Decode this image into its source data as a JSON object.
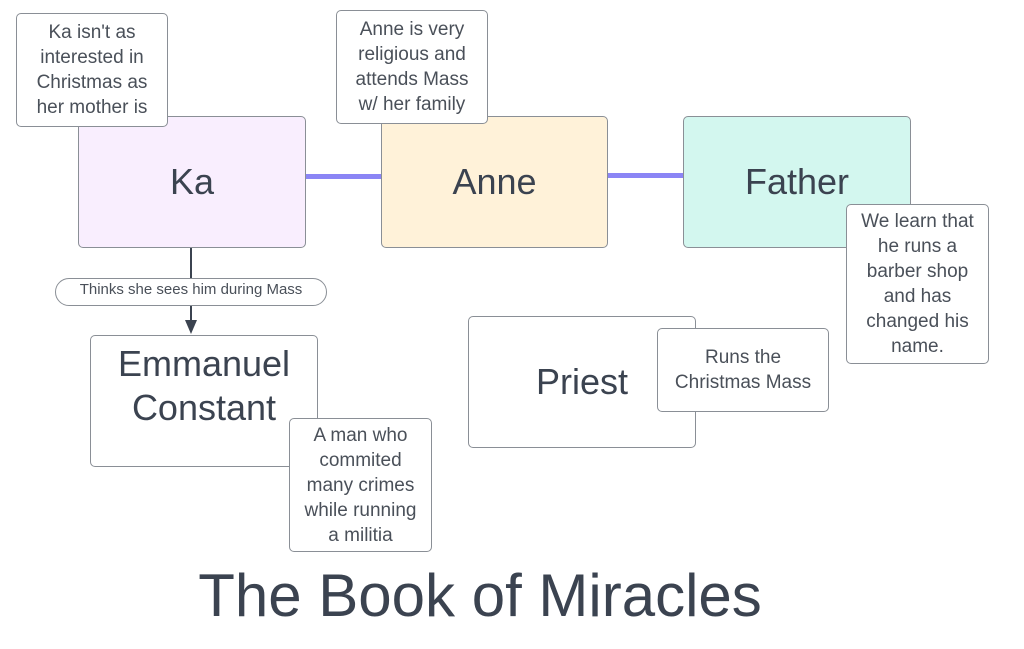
{
  "diagram": {
    "title": "The Book of Miracles",
    "colors": {
      "ka_fill": "#f9eefe",
      "anne_fill": "#fff2d9",
      "father_fill": "#d3f7ef",
      "edge_color": "#8b85f5",
      "text_color": "#3b4350",
      "border_color": "#8a8f96"
    },
    "nodes": {
      "ka": {
        "label": "Ka"
      },
      "anne": {
        "label": "Anne"
      },
      "father": {
        "label": "Father"
      },
      "emmanuel": {
        "label": "Emmanuel\nConstant"
      },
      "priest": {
        "label": "Priest"
      }
    },
    "notes": {
      "ka": "Ka isn't as\ninterested in\nChristmas as\nher mother is",
      "anne": "Anne is very\nreligious and\nattends Mass\nw/ her family",
      "father": "We learn that\nhe runs a\nbarber shop\nand has\nchanged his\nname.",
      "emmanuel": "A man who\ncommited\nmany crimes\nwhile running\na militia",
      "priest": "Runs the\nChristmas Mass"
    },
    "edges": [
      {
        "from": "Ka",
        "to": "Anne",
        "label": ""
      },
      {
        "from": "Anne",
        "to": "Father",
        "label": ""
      },
      {
        "from": "Ka",
        "to": "Emmanuel Constant",
        "label": "Thinks she sees him during Mass"
      }
    ]
  }
}
